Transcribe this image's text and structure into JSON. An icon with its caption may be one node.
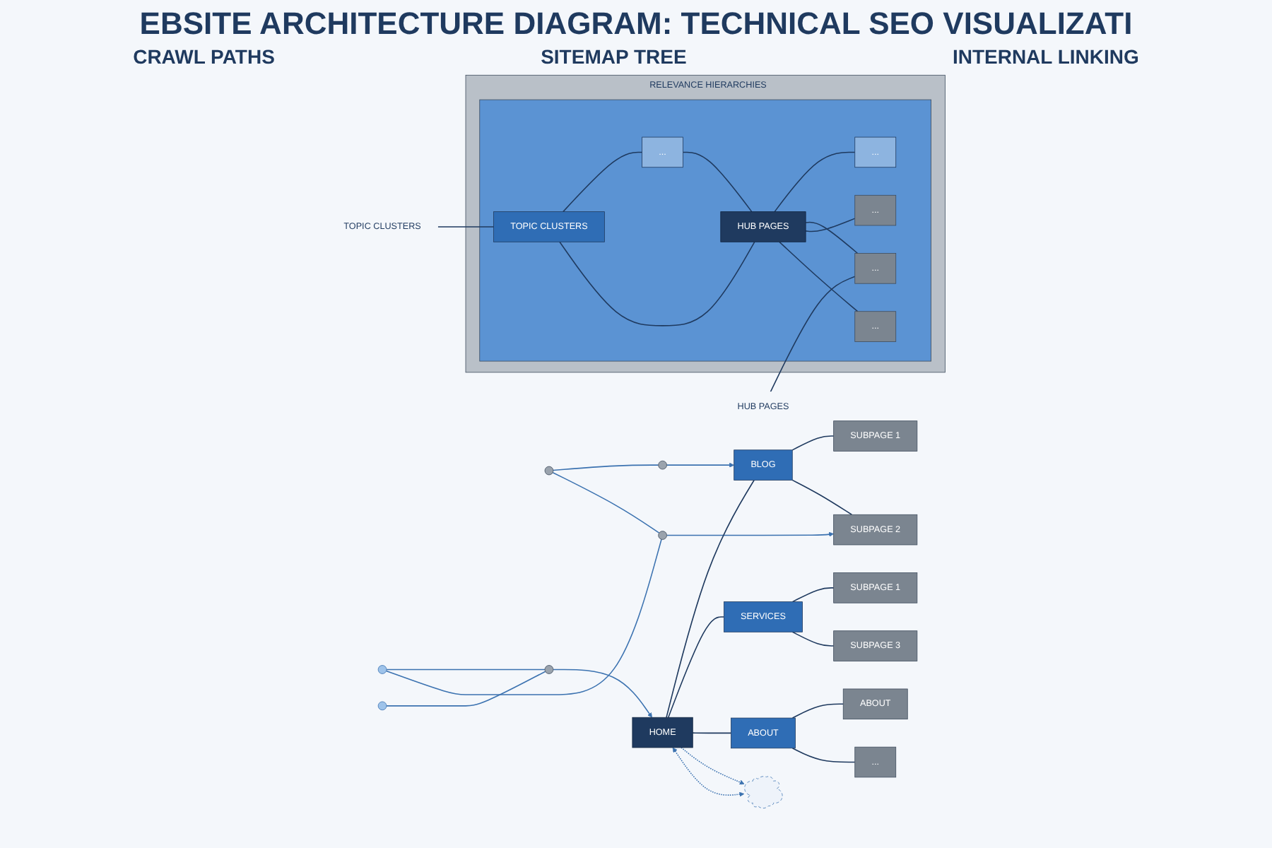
{
  "diagram": {
    "title": "EBSITE ARCHITECTURE DIAGRAM: TECHNICAL SEO VISUALIZATI",
    "nodes": [
      {
        "text": [],
        "shape": "circle"
      },
      {
        "text": [],
        "shape": "circle"
      },
      {
        "text": [],
        "shape": "circle"
      },
      {
        "text": [],
        "shape": "circle"
      },
      {
        "text": [],
        "shape": "circle"
      },
      {
        "text": [],
        "shape": "circle"
      },
      {
        "text": [
          "HOME"
        ]
      },
      {
        "text": [
          "BLOG"
        ]
      },
      {
        "text": [
          "SERVICES"
        ]
      },
      {
        "text": [
          "ABOUT"
        ]
      },
      {
        "text": [
          "SUBPAGE 1"
        ]
      },
      {
        "text": [
          "SUBPAGE 2"
        ]
      },
      {
        "text": [
          "SUBPAGE 1"
        ]
      },
      {
        "text": [
          "SUBPAGE 3"
        ]
      },
      {
        "text": [
          "ABOUT"
        ]
      },
      {
        "text": [
          "..."
        ]
      },
      {
        "text": [],
        "shape": "cloud"
      },
      {
        "text": [
          "TOPIC CLUSTERS"
        ]
      },
      {
        "text": [
          "HUB PAGES"
        ]
      },
      {
        "text": [
          "RELEVANCE HIERARCHIES"
        ]
      },
      {
        "text": [],
        "shape": "box",
        "in": 19
      },
      {
        "text": [
          "TOPIC CLUSTERS"
        ],
        "in": 20
      },
      {
        "text": [
          "..."
        ],
        "in": 20
      },
      {
        "text": [
          "HUB PAGES"
        ],
        "in": 20
      },
      {
        "text": [
          "..."
        ],
        "in": 20
      },
      {
        "text": [
          "..."
        ],
        "in": 20
      },
      {
        "text": [
          "..."
        ],
        "in": 20
      },
      {
        "text": [
          "..."
        ],
        "in": 20
      }
    ],
    "edges": [
      {
        "from": 0,
        "to": 2,
        "arrow": "none",
        "color": "#3b72b0"
      },
      {
        "from": 1,
        "to": 2,
        "arrow": "none",
        "color": "#3b72b0"
      },
      {
        "from": 2,
        "to": 6,
        "arrow": "to",
        "color": "#3b72b0"
      },
      {
        "from": 4,
        "to": 3,
        "arrow": "none",
        "color": "#3b72b0"
      },
      {
        "from": 3,
        "to": 7,
        "arrow": "to",
        "color": "#3b72b0"
      },
      {
        "from": 0,
        "to": 5,
        "arrow": "none",
        "color": "#3b72b0"
      },
      {
        "from": 4,
        "to": 5,
        "arrow": "none",
        "color": "#3b72b0"
      },
      {
        "from": 5,
        "to": 11,
        "arrow": "to",
        "color": "#3b72b0"
      },
      {
        "from": 6,
        "to": 7,
        "arrow": "none"
      },
      {
        "from": 6,
        "to": 8,
        "arrow": "none"
      },
      {
        "from": 6,
        "to": 9,
        "arrow": "none"
      },
      {
        "from": 7,
        "to": 10,
        "arrow": "none"
      },
      {
        "from": 7,
        "to": 11,
        "arrow": "none"
      },
      {
        "from": 8,
        "to": 12,
        "arrow": "none"
      },
      {
        "from": 8,
        "to": 13,
        "arrow": "none"
      },
      {
        "from": 9,
        "to": 14,
        "arrow": "none"
      },
      {
        "from": 9,
        "to": 15,
        "arrow": "none"
      },
      {
        "from": 16,
        "to": 6,
        "arrow": "both",
        "style": "dashed",
        "color": "#3b72b0"
      },
      {
        "from": 6,
        "to": 16,
        "arrow": "to",
        "style": "dashed",
        "color": "#3b72b0"
      },
      {
        "from": 17,
        "to": 21,
        "arrow": "none"
      },
      {
        "from": 18,
        "to": 25,
        "arrow": "none"
      },
      {
        "from": 21,
        "to": 22,
        "arrow": "none"
      },
      {
        "from": 21,
        "to": 23,
        "arrow": "none"
      },
      {
        "from": 22,
        "to": 23,
        "arrow": "none"
      },
      {
        "from": 23,
        "to": 24,
        "arrow": "none"
      },
      {
        "from": 23,
        "to": 25,
        "arrow": "none"
      },
      {
        "from": 23,
        "to": 26,
        "arrow": "none"
      },
      {
        "from": 23,
        "to": 27,
        "arrow": "none"
      }
    ],
    "labels": [
      "CRAWL PATHS",
      "SITEMAP TREE",
      "INTERNAL LINKING"
    ]
  }
}
